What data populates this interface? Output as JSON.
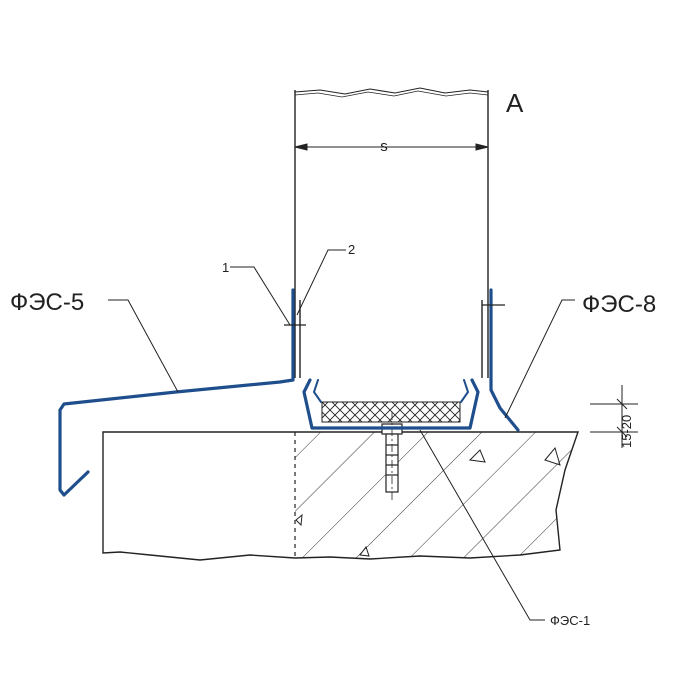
{
  "labels": {
    "view": "А",
    "width_dim": "s",
    "item_1": "1",
    "item_2": "2",
    "profile_left": "ФЭС-5",
    "profile_right": "ФЭС-8",
    "profile_bottom": "ФЭС-1",
    "gap_dim": "15-20"
  },
  "colors": {
    "profile": "#1f4e8c",
    "line": "#222222",
    "hatch": "#333333",
    "background": "#ffffff"
  }
}
